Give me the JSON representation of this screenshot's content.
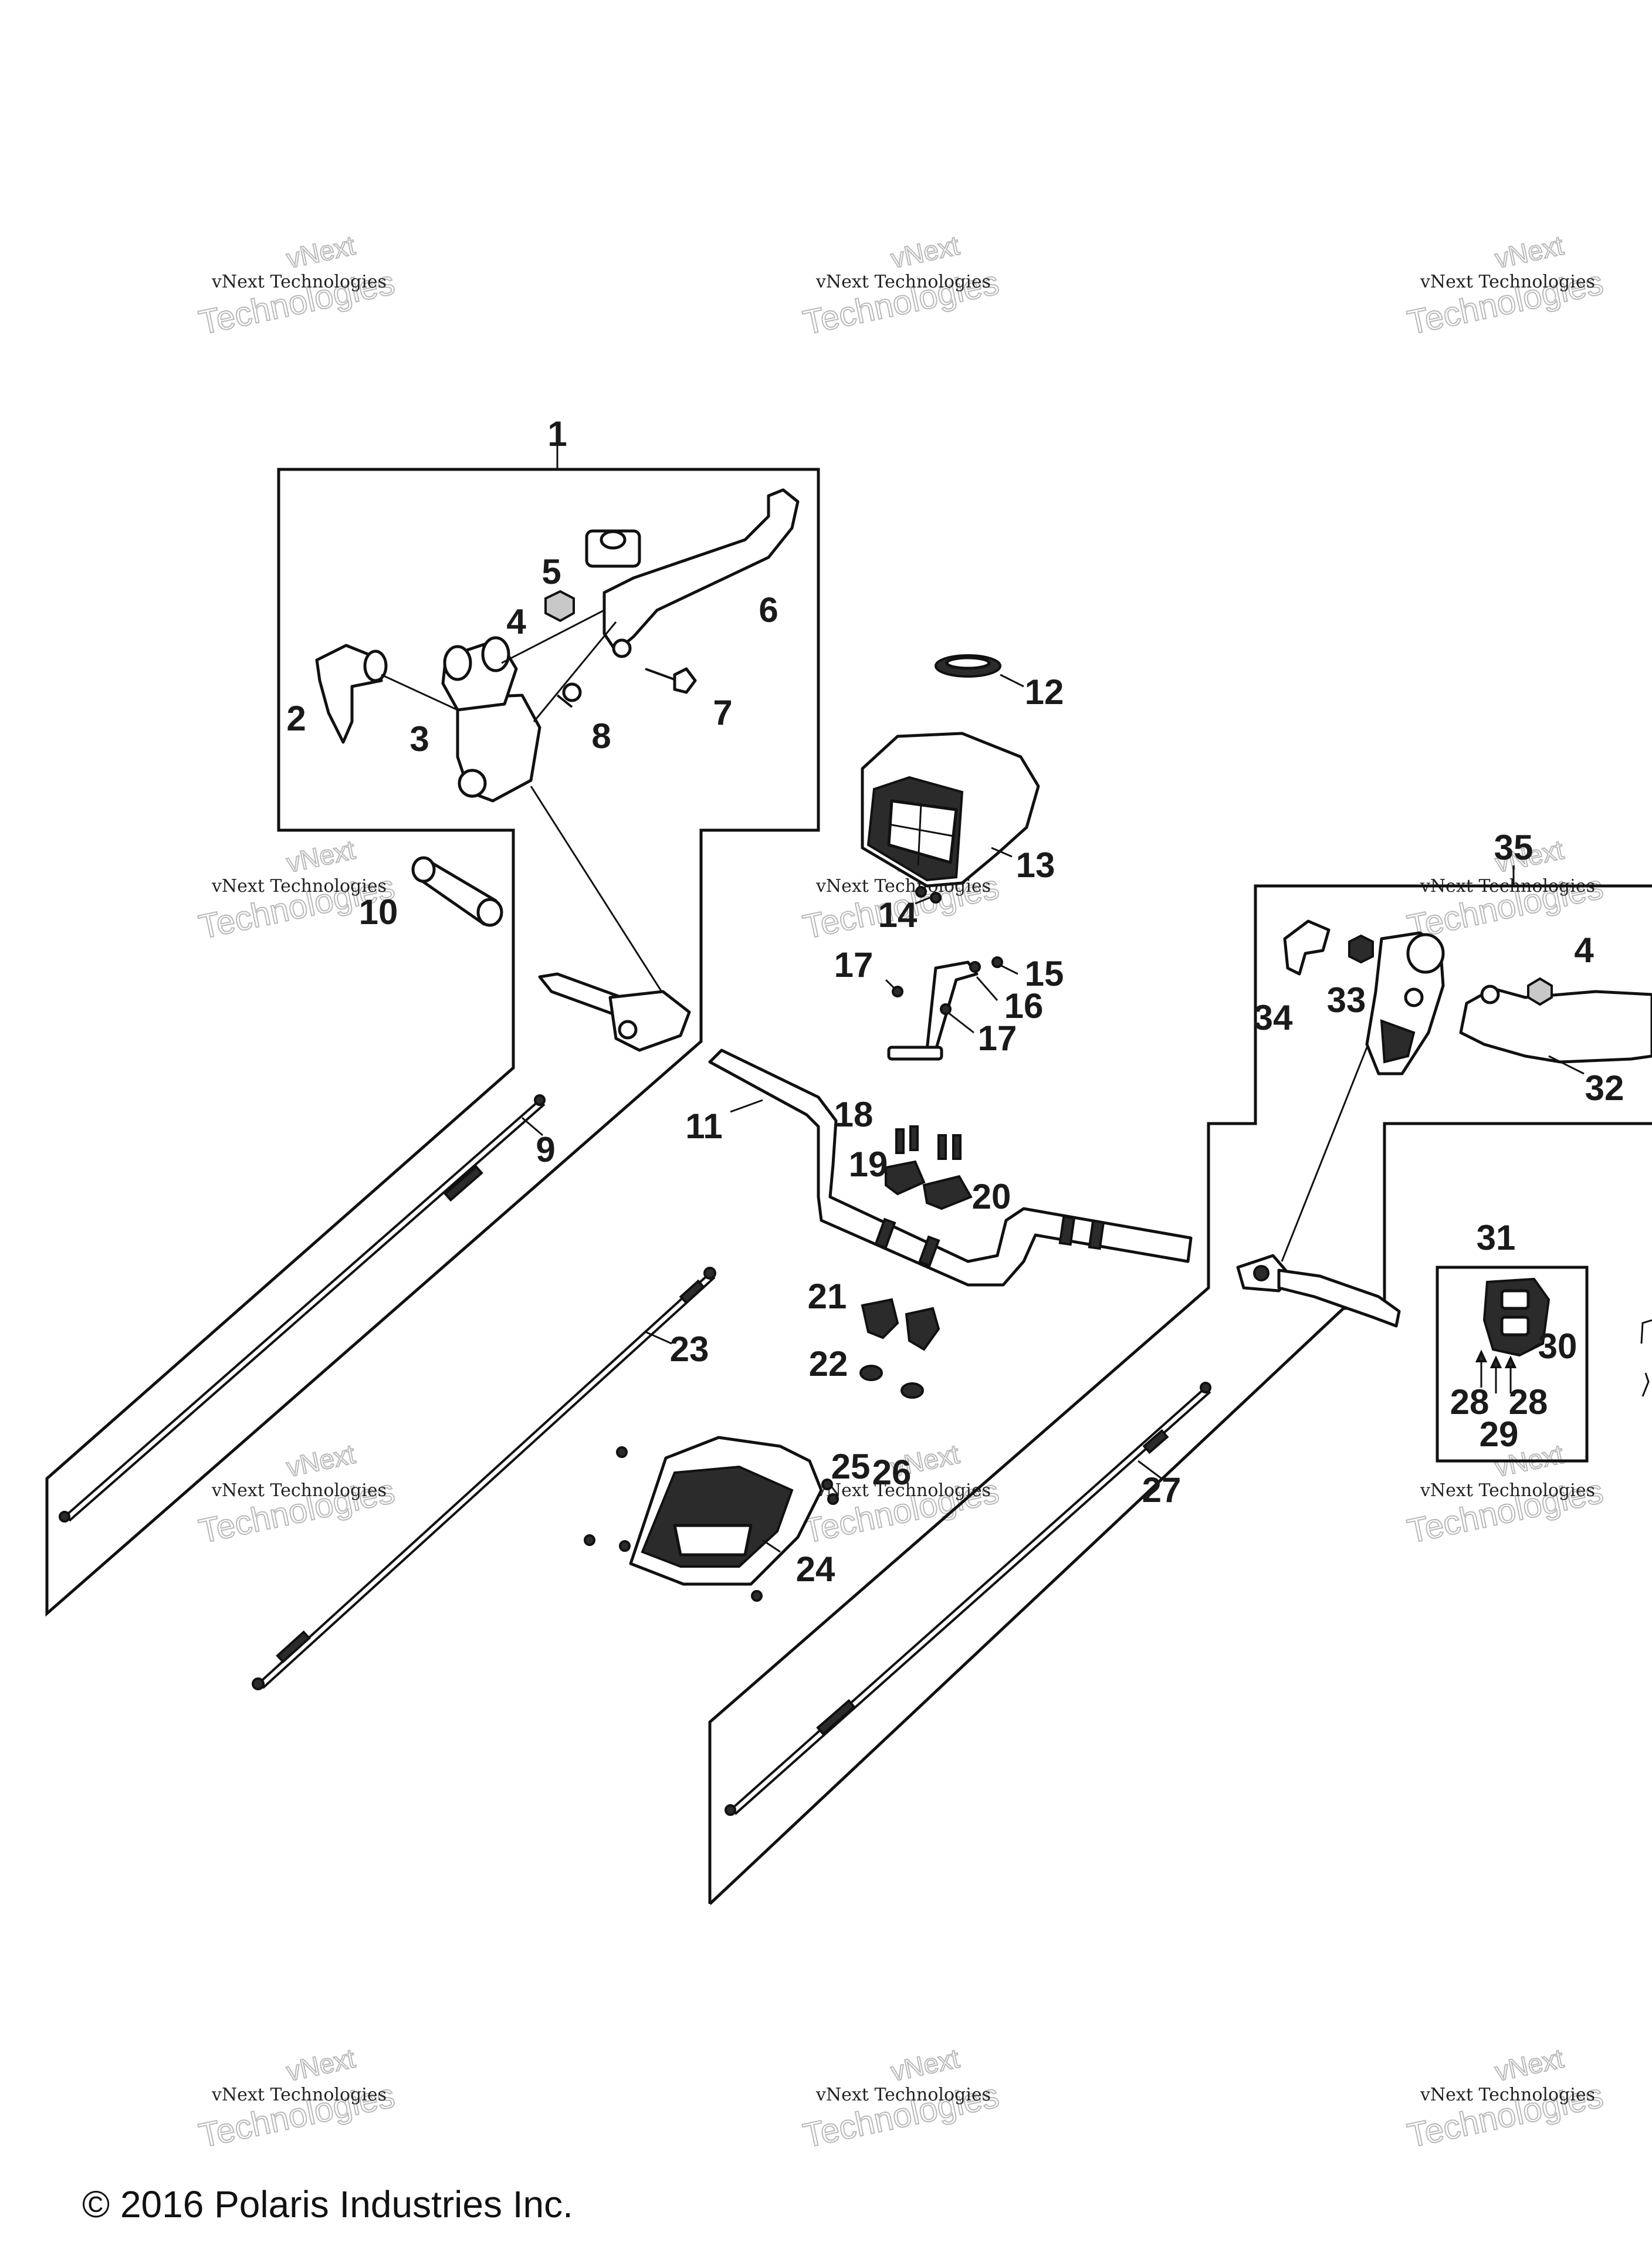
{
  "diagram": {
    "callouts": [
      "1",
      "2",
      "3",
      "4",
      "5",
      "6",
      "7",
      "8",
      "9",
      "10",
      "11",
      "12",
      "13",
      "14",
      "15",
      "16",
      "17",
      "17",
      "18",
      "19",
      "20",
      "21",
      "22",
      "23",
      "24",
      "25",
      "26",
      "27",
      "28",
      "28",
      "29",
      "30",
      "31",
      "32",
      "33",
      "34",
      "35",
      "4"
    ],
    "watermark": {
      "line1": "vNext Technologies",
      "line2": "Technologies",
      "tag": "vNext"
    }
  },
  "footer": {
    "copyright": "© 2016 Polaris Industries Inc."
  }
}
